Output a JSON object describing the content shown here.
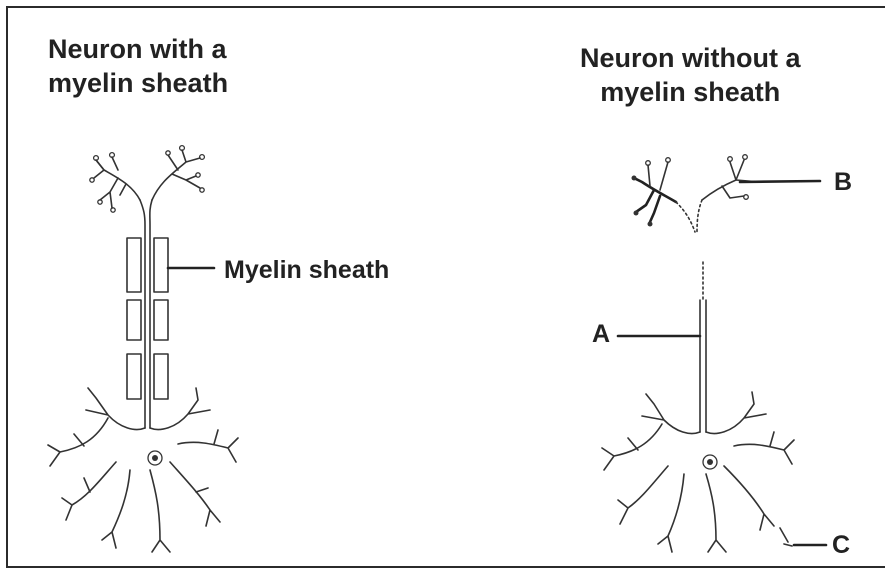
{
  "titles": {
    "left": [
      "Neuron with a",
      "myelin sheath"
    ],
    "right": [
      "Neuron without a",
      "myelin sheath"
    ]
  },
  "labels": {
    "myelin": "Myelin sheath",
    "a": "A",
    "b": "B",
    "c": "C"
  }
}
